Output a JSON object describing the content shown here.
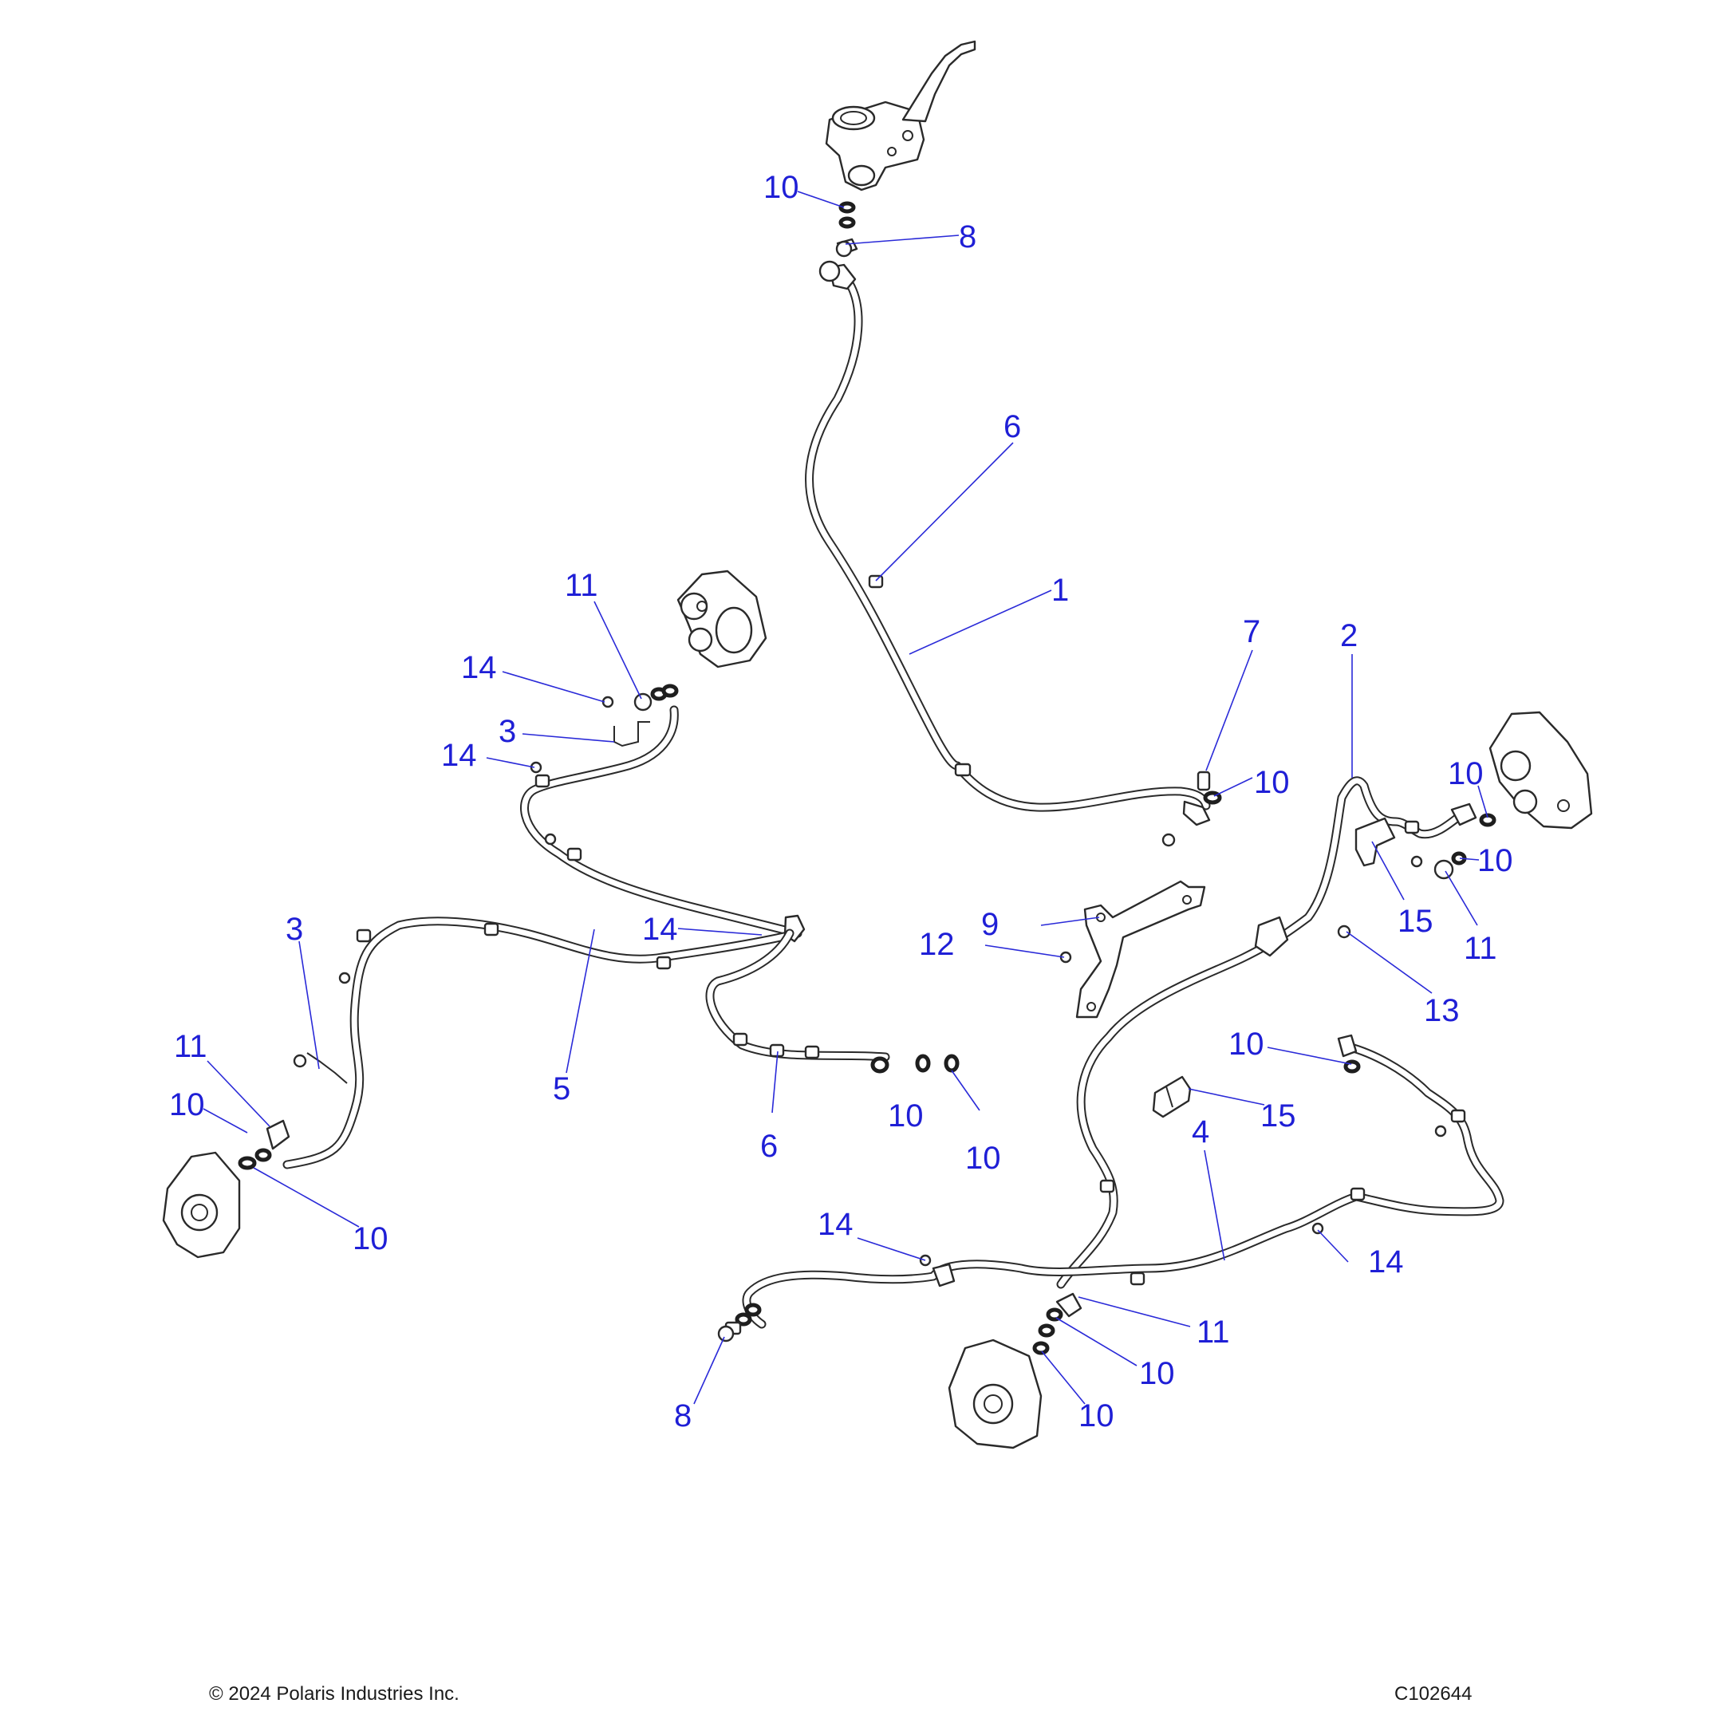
{
  "footer": {
    "copyright": "© 2024 Polaris Industries Inc.",
    "code": "C102644"
  },
  "callouts": {
    "c10_top": "10",
    "c8_top": "8",
    "c6_top": "6",
    "c1": "1",
    "c7": "7",
    "c10_mid": "10",
    "c11_left": "11",
    "c14_a": "14",
    "c3_a": "3",
    "c14_b": "14",
    "c14_c": "14",
    "c3_b": "3",
    "c5": "5",
    "c11_lower": "11",
    "c10_lower_a": "10",
    "c10_lower_b": "10",
    "c6_bottom": "6",
    "c10_c": "10",
    "c10_d": "10",
    "c9": "9",
    "c12": "12",
    "c2": "2",
    "c10_r1": "10",
    "c15_a": "15",
    "c10_r2": "10",
    "c11_r": "11",
    "c13": "13",
    "c10_r3": "10",
    "c15_b": "15",
    "c4": "4",
    "c14_d": "14",
    "c14_e": "14",
    "c8_bottom": "8",
    "c11_b": "11",
    "c10_b1": "10",
    "c10_b2": "10"
  }
}
